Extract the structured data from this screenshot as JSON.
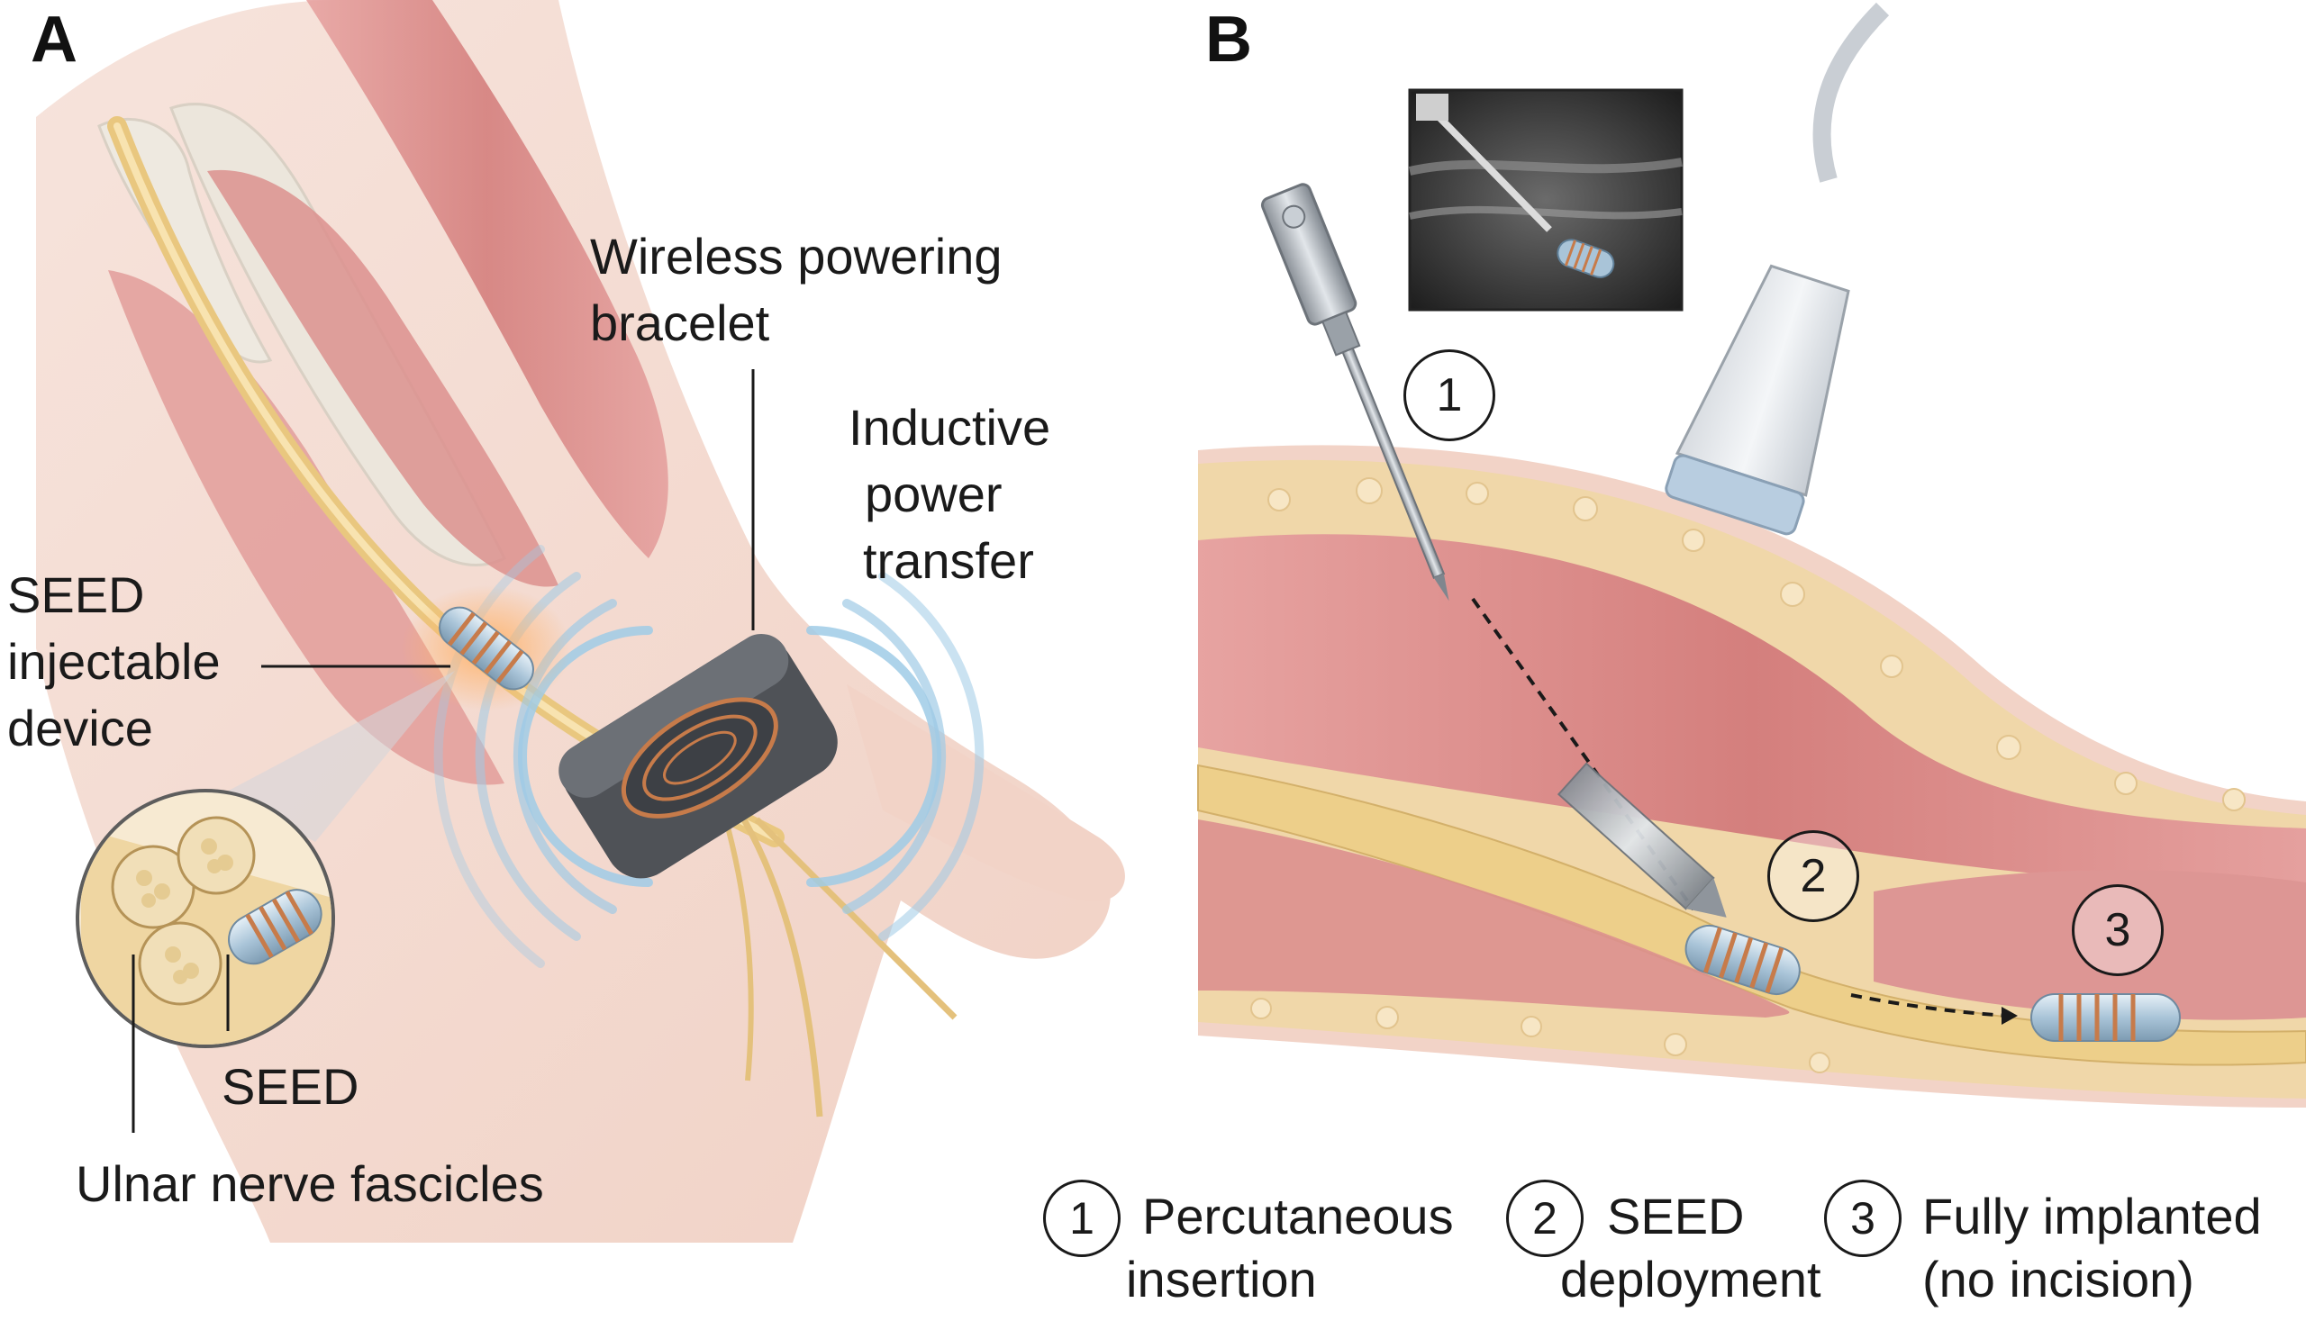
{
  "panels": {
    "a": {
      "letter": "A"
    },
    "b": {
      "letter": "B"
    }
  },
  "panel_a_labels": {
    "bracelet_line1": "Wireless powering",
    "bracelet_line2": "bracelet",
    "inductive_line1": "Inductive",
    "inductive_line2": "power",
    "inductive_line3": "transfer",
    "seed_line1": "SEED",
    "seed_line2": "injectable",
    "seed_line3": "device",
    "inset_seed": "SEED",
    "fascicles": "Ulnar nerve fascicles"
  },
  "panel_b_steps": [
    {
      "number": "1",
      "line1": "Percutaneous",
      "line2": "insertion"
    },
    {
      "number": "2",
      "line1": "SEED",
      "line2": "deployment"
    },
    {
      "number": "3",
      "line1": "Fully implanted",
      "line2": "(no incision)"
    }
  ],
  "colors": {
    "skin": "#f4d8cc",
    "muscle": "#d98a88",
    "nerve": "#edcf8a",
    "fat": "#f2dcb0",
    "signal": "#9fcbe6",
    "coil": "#c77b4a",
    "bracelet": "#5a5d62"
  }
}
